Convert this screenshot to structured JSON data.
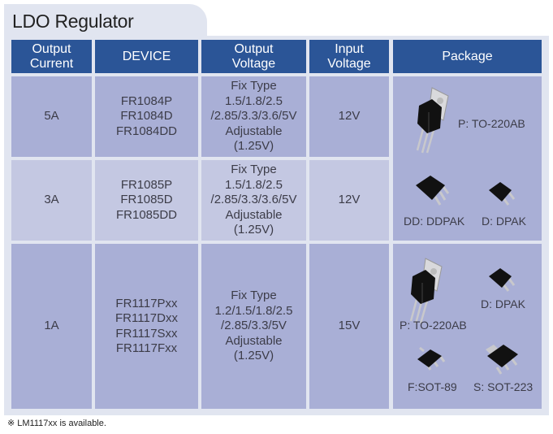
{
  "title": "LDO Regulator",
  "headers": {
    "current": "Output\nCurrent",
    "device": "DEVICE",
    "out_v": "Output\nVoltage",
    "in_v": "Input\nVoltage",
    "package": "Package"
  },
  "rows": [
    {
      "current": "5A",
      "devices": "FR1084P\nFR1084D\nFR1084DD",
      "out_v": "Fix Type\n1.5/1.8/2.5\n/2.85/3.3/3.6/5V\nAdjustable\n(1.25V)",
      "in_v": "12V"
    },
    {
      "current": "3A",
      "devices": "FR1085P\nFR1085D\nFR1085DD",
      "out_v": "Fix Type\n1.5/1.8/2.5\n/2.85/3.3/3.6/5V\nAdjustable\n(1.25V)",
      "in_v": "12V"
    },
    {
      "current": "1A",
      "devices": "FR1117Pxx\nFR1117Dxx\nFR1117Sxx\nFR1117Fxx",
      "out_v": "Fix Type\n1.2/1.5/1.8/2.5\n/2.85/3.3/5V\nAdjustable\n(1.25V)",
      "in_v": "15V"
    }
  ],
  "packages": {
    "group1": {
      "to220": "P: TO-220AB",
      "ddpak": "DD: DDPAK",
      "dpak": "D: DPAK"
    },
    "group2": {
      "to220": "P: TO-220AB",
      "dpak": "D: DPAK",
      "sot89": "F:SOT-89",
      "sot223": "S: SOT-223"
    }
  },
  "footnote": "※ LM1117xx is available."
}
